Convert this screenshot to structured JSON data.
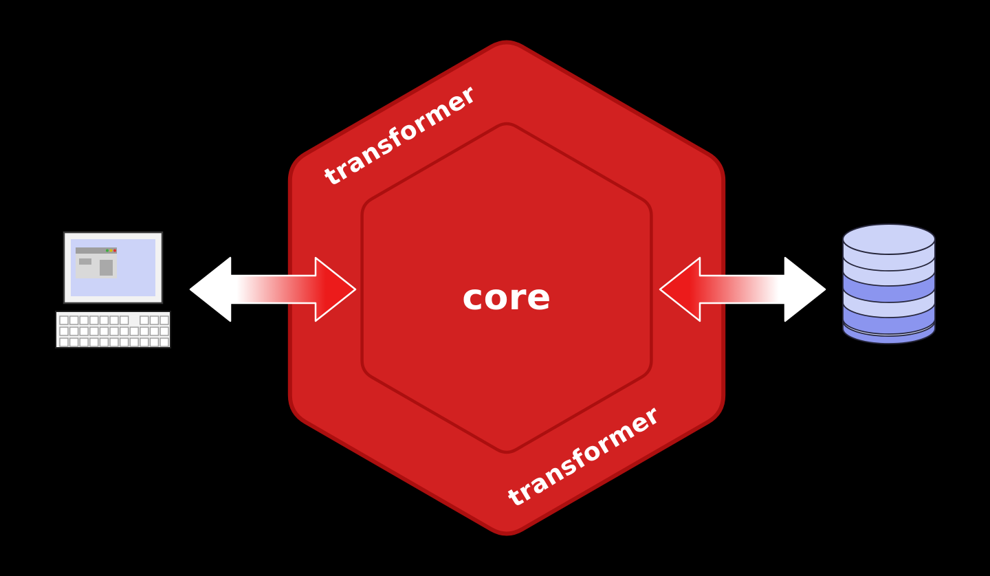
{
  "diagram": {
    "type": "hexagonal-architecture-diagram",
    "labels": {
      "transformer_top": "transformer",
      "core": "core",
      "transformer_bottom": "transformer"
    },
    "nodes": {
      "left_icon": "computer-icon",
      "right_icon": "database-icon",
      "connectors": [
        "bidirectional-arrow-left",
        "bidirectional-arrow-right"
      ]
    },
    "colors": {
      "background": "#000000",
      "hexagon_fill": "#d22121",
      "hexagon_border": "#ab0f0f",
      "arrow_red": "#ec1b1b",
      "arrow_white": "#ffffff",
      "database_light": "#ccd3f8",
      "database_dark": "#8b95ef",
      "monitor_body": "#f2f2f2",
      "monitor_screen": "#ccd3f8",
      "window_gray": "#d9d9d9",
      "window_titlebar": "#9e9e9e",
      "dot_green": "#3faf3f",
      "dot_yellow": "#d4c00c",
      "dot_red": "#e03030",
      "text_white": "#ffffff"
    }
  }
}
